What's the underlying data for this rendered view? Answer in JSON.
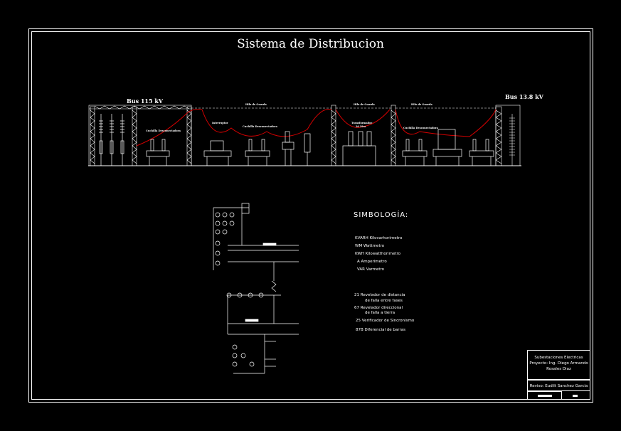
{
  "title": "Sistema de Distribucion",
  "elevation": {
    "bus_left": "Bus 115 kV",
    "bus_right": "Bus 13.8 kV",
    "labels": {
      "hilo_guarda_1": "Hilo de Guarda",
      "hilo_guarda_2": "Hilo de Guarda",
      "hilo_guarda_3": "Hilo de Guarda",
      "cuchilla_1": "Cuchilla Desconectadora",
      "cuchilla_2": "Cuchilla Desconectadora",
      "cuchilla_3": "Cuchilla Desconectadora",
      "interruptor": "Interruptor",
      "transformador": "Transformador",
      "transformador_cap": "20 Mva"
    }
  },
  "legend": {
    "title": "SIMBOLOGÍA:",
    "meters": [
      "KVARH Kilovarhorimetro",
      "WM Wattmetro",
      "KWH Kilowatthorimetro",
      "A   Amperimetro",
      "VAR Varmetro"
    ],
    "relays": [
      "21 Revelador de distancia",
      "de falla entre fases",
      "67   Revelador direccional",
      "de falla a tierra",
      "25  Verificador de Sincronismo",
      "87B  Diferencial de barras"
    ]
  },
  "title_block": {
    "line1": "Subestaciones Electricas",
    "line2": "Proyecto: Ing. Diego Armando",
    "line3": "Rosales Diaz",
    "reviewer": "Reviso: Eudilt Sanchez Garcia"
  },
  "colors": {
    "background": "#000000",
    "lines": "#ffffff",
    "conductor": "#d40000"
  }
}
